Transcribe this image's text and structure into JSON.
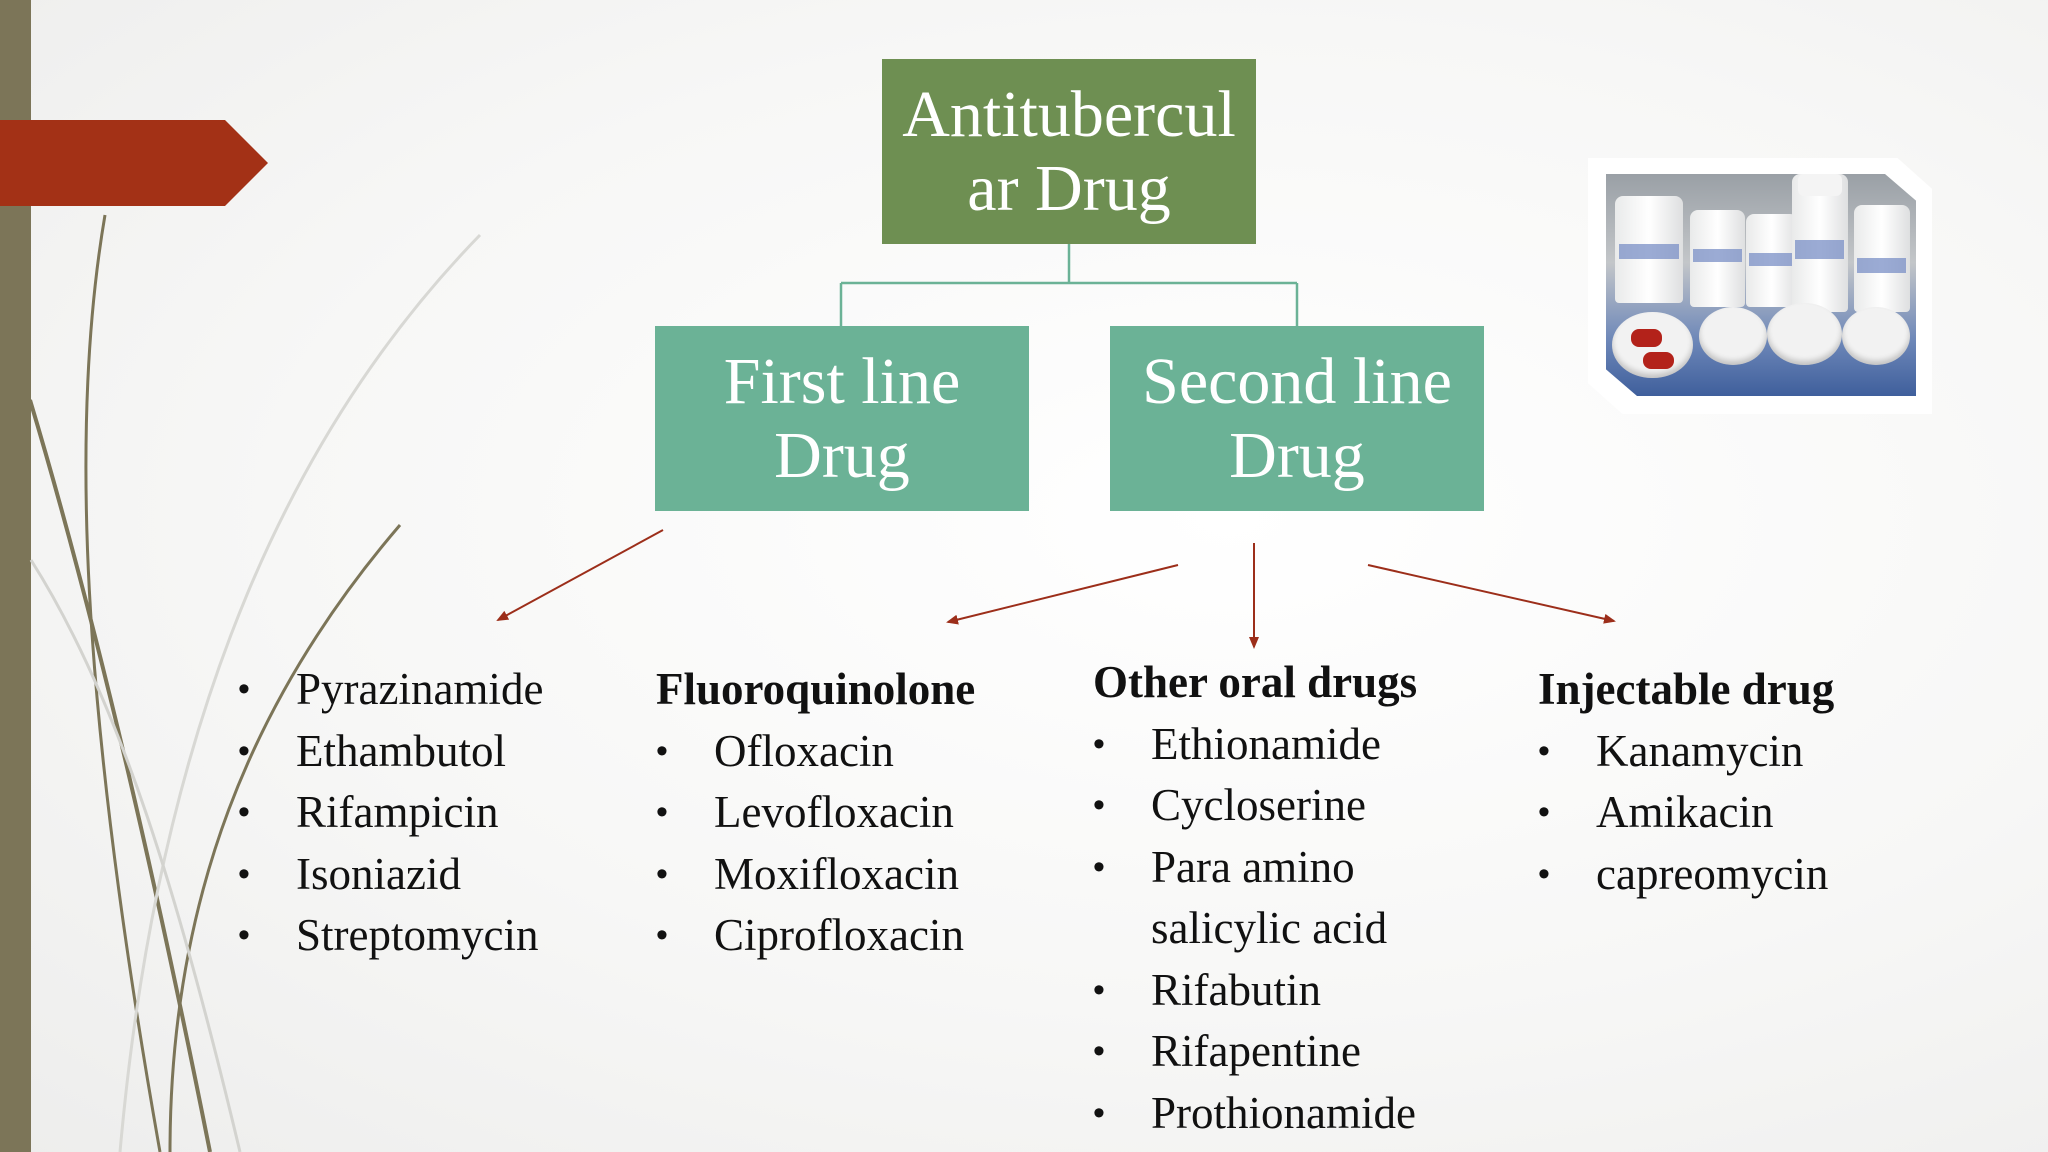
{
  "title": "Antitubercul\nar Drug",
  "first_line": {
    "label": "First line\nDrug"
  },
  "second_line": {
    "label": "Second line\nDrug"
  },
  "first_line_drugs": [
    "Pyrazinamide",
    "Ethambutol",
    "Rifampicin",
    "Isoniazid",
    "Streptomycin"
  ],
  "fluoroquinolone": {
    "heading": "Fluoroquinolone",
    "items": [
      "Ofloxacin",
      "Levofloxacin",
      "Moxifloxacin",
      "Ciprofloxacin"
    ]
  },
  "other_oral": {
    "heading": "Other oral drugs",
    "items": [
      "Ethionamide",
      "Cycloserine",
      "Para amino salicylic acid",
      "Rifabutin",
      "Rifapentine",
      "Prothionamide"
    ]
  },
  "injectable": {
    "heading": "Injectable drug",
    "items": [
      "Kanamycin",
      "Amikacin",
      "capreomycin"
    ]
  },
  "colors": {
    "root_box": "#6e8f52",
    "child_box": "#6bb296",
    "connector": "#6bb296",
    "arrow": "#9c2e1a",
    "accent_red": "#a33116",
    "left_bar": "#7c7558"
  }
}
